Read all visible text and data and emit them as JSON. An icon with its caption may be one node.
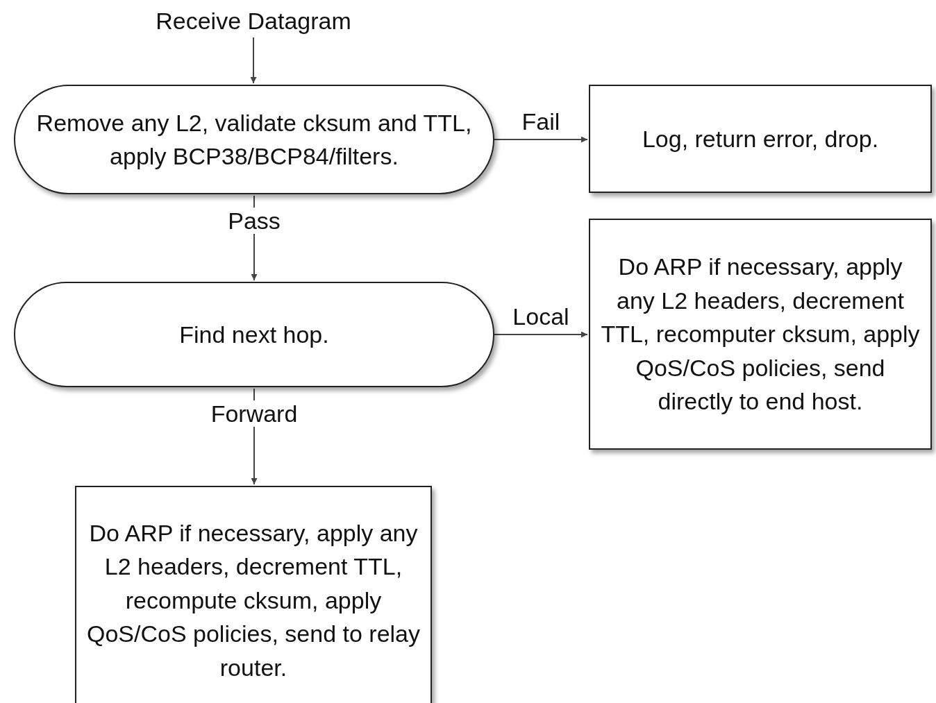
{
  "diagram": {
    "nodes": [
      {
        "text": [
          "Receive Datagram"
        ]
      },
      {
        "text": [
          "Remove any L2, validate cksum and TTL, apply BCP38/BCP84/filters."
        ]
      },
      {
        "text": [
          "Log, return error, drop."
        ]
      },
      {
        "text": [
          "Find next hop."
        ]
      },
      {
        "text": [
          "Do ARP if necessary, apply any L2 headers, decrement TTL, recomputer cksum, apply QoS/CoS policies, send directly to end host."
        ]
      },
      {
        "text": [
          "Do ARP if necessary, apply any L2 headers, decrement TTL, recompute cksum, apply QoS/CoS policies, send to relay router."
        ]
      }
    ],
    "edges": [
      {
        "from": 0,
        "to": 1,
        "arrow": "to"
      },
      {
        "from": 1,
        "to": 2,
        "arrow": "to",
        "label": "Fail"
      },
      {
        "from": 1,
        "to": 3,
        "arrow": "to",
        "label": "Pass"
      },
      {
        "from": 3,
        "to": 4,
        "arrow": "to",
        "label": "Local"
      },
      {
        "from": 3,
        "to": 5,
        "arrow": "to",
        "label": "Forward"
      }
    ]
  }
}
